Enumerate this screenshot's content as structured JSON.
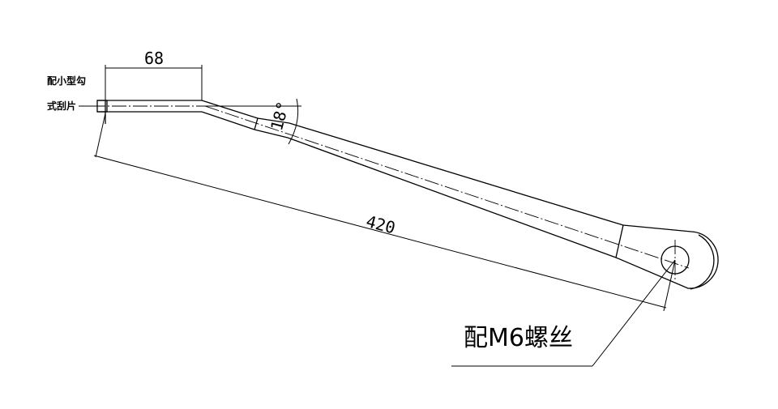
{
  "drawing": {
    "dimensions": {
      "hook_length": "68",
      "overall_length": "420",
      "angle": "18°"
    },
    "notes": {
      "hook_note_line1": "配小型勾",
      "hook_note_line2": "式刮片",
      "bolt_note": "配M6螺丝"
    },
    "colors": {
      "line": "#000000",
      "background": "#ffffff"
    }
  }
}
